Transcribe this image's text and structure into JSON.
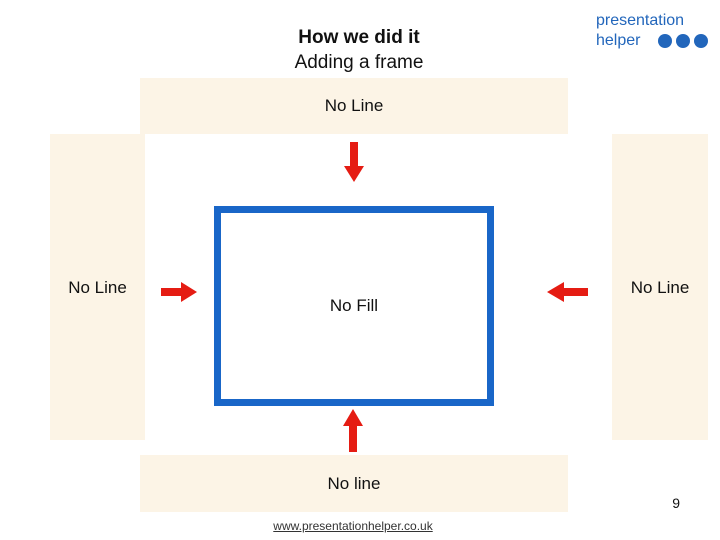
{
  "header": {
    "title": "How we did it",
    "subtitle": "Adding a frame"
  },
  "logo": {
    "line1": "presentation",
    "line2": "helper",
    "dot_count": 3,
    "color": "#2266bb"
  },
  "labels": {
    "top": "No Line",
    "left": "No Line",
    "right": "No Line",
    "bottom": "No line",
    "frame_fill": "No Fill"
  },
  "colors": {
    "panel": "#fcf4e6",
    "frame": "#1966c8",
    "arrow": "#e51c13"
  },
  "footer": {
    "page_number": "9",
    "url": "www.presentationhelper.co.uk"
  }
}
